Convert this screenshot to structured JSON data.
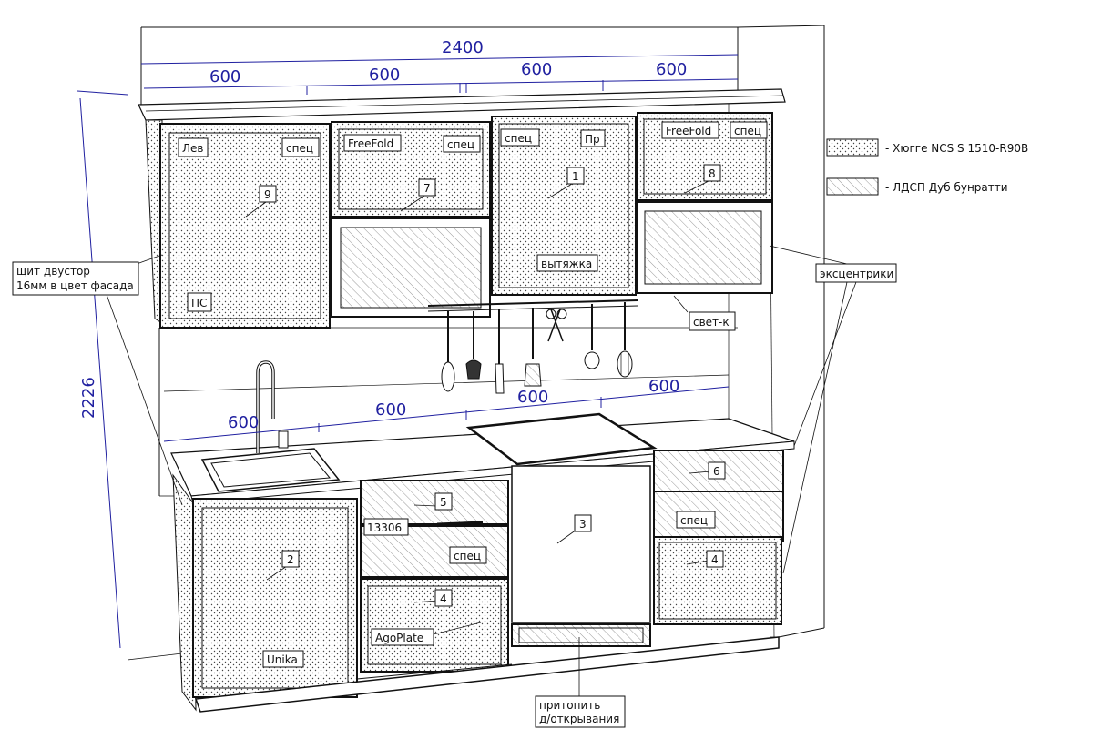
{
  "dimensions": {
    "upper_total": "2400",
    "upper_modules": [
      "600",
      "600",
      "600",
      "600"
    ],
    "height": "2226",
    "lower_modules": [
      "600",
      "600",
      "600",
      "600"
    ]
  },
  "legend": {
    "items": [
      {
        "pattern": "dots",
        "text": "- Хюгге NCS S 1510-R90B"
      },
      {
        "pattern": "hatch",
        "text": "- ЛДСП Дуб бунратти"
      }
    ]
  },
  "upper_labels": {
    "left_top": "Лев",
    "spec_9": "спец",
    "ps": "ПС",
    "num_9": "9",
    "freefold_7": "FreeFold",
    "spec_7": "спец",
    "num_7": "7",
    "spec_1": "спец",
    "pr_1": "Пр",
    "num_1": "1",
    "hood": "вытяжка",
    "freefold_8": "FreeFold",
    "spec_8": "спец",
    "num_8": "8"
  },
  "lower_labels": {
    "num_2": "2",
    "unika": "Unika",
    "num_5": "5",
    "code": "13306",
    "spec_5": "спец",
    "num_4a": "4",
    "agoplate": "AgoPlate",
    "num_3": "3",
    "num_6": "6",
    "spec_6": "спец",
    "num_4b": "4"
  },
  "callouts": {
    "shield": [
      "щит двустор",
      "16мм в цвет фасада"
    ],
    "eccentrics": "эксцентрики",
    "light": "свет-к",
    "push": [
      "притопить",
      "д/открывания"
    ]
  },
  "colors": {
    "line": "#111111",
    "dimension": "#2020a0"
  }
}
